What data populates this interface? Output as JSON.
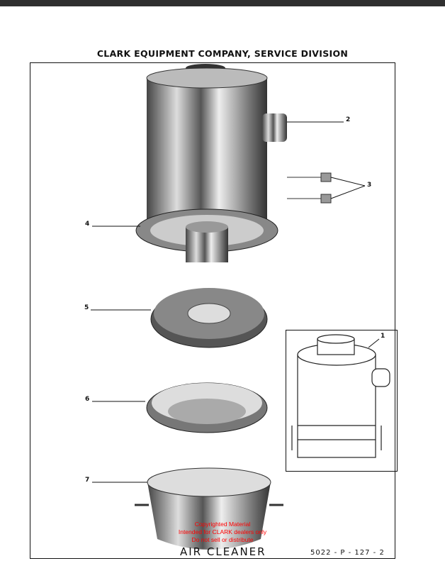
{
  "header": {
    "title": "CLARK EQUIPMENT COMPANY, SERVICE DIVISION"
  },
  "callouts": [
    "1",
    "2",
    "3",
    "4",
    "5",
    "6",
    "7"
  ],
  "caption": "AIR CLEANER",
  "part_number": "5022 - P - 127 - 2",
  "watermark": {
    "line1": "Copyrighted Material",
    "line2": "Intended for CLARK dealers only",
    "line3": "Do not sell or distribute"
  }
}
